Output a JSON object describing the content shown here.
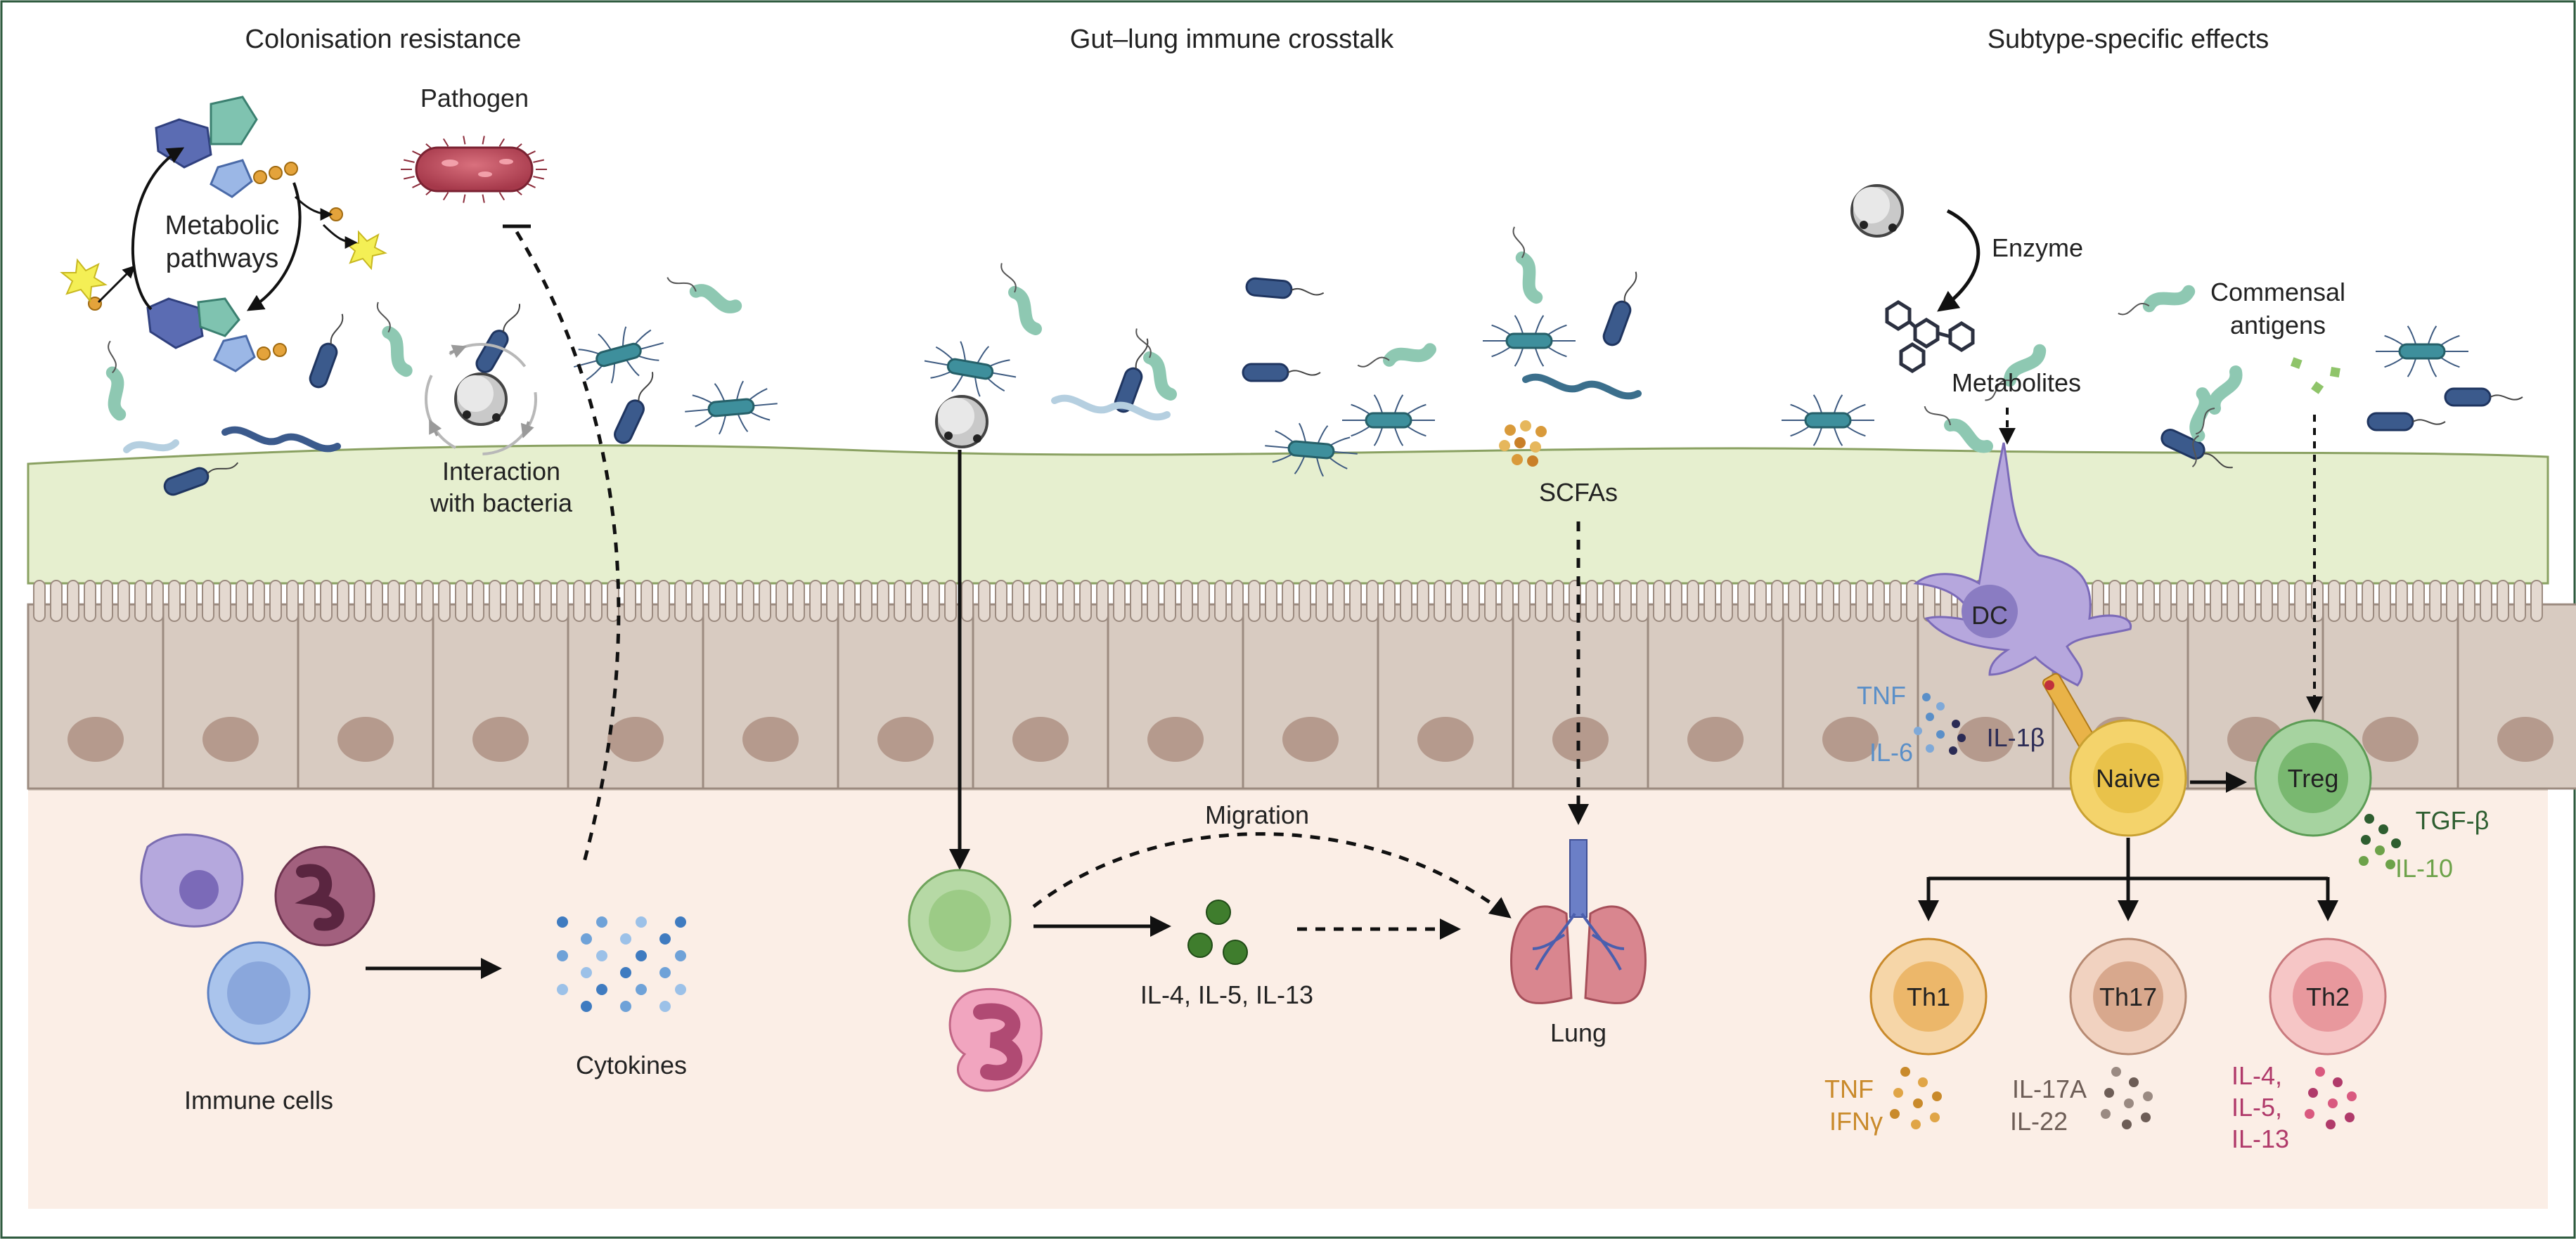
{
  "sections": {
    "colonisation_title": "Colonisation resistance",
    "crosstalk_title": "Gut–lung immune crosstalk",
    "subtype_title": "Subtype-specific effects"
  },
  "labels": {
    "pathogen": "Pathogen",
    "metabolic_line1": "Metabolic",
    "metabolic_line2": "pathways",
    "interaction_line1": "Interaction",
    "interaction_line2": "with bacteria",
    "immune_cells": "Immune cells",
    "cytokines": "Cytokines",
    "migration": "Migration",
    "il_group": "IL-4, IL-5, IL-13",
    "lung": "Lung",
    "scfas": "SCFAs",
    "enzyme": "Enzyme",
    "metabolites": "Metabolites",
    "commensal_line1": "Commensal",
    "commensal_line2": "antigens",
    "dc": "DC",
    "tnf": "TNF",
    "il6": "IL-6",
    "il1b": "IL-1β",
    "naive": "Naive",
    "treg": "Treg",
    "tgfb": "TGF-β",
    "il10": "IL-10",
    "th1": "Th1",
    "th17": "Th17",
    "th2": "Th2",
    "th1_c1": "TNF",
    "th1_c2": "IFNγ",
    "th17_c1": "IL-17A",
    "th17_c2": "IL-22",
    "th2_c1": "IL-4,",
    "th2_c2": "IL-5,",
    "th2_c3": "IL-13"
  },
  "colors": {
    "lumen": "#e6efcf",
    "epithelium": "#d8cbc1",
    "nucleus": "#b59a8d",
    "lamina": "#fbeee6",
    "text": "#222222",
    "tnf_blue": "#5a8fc8",
    "il1b_dark": "#2b2b55",
    "tgfb_dark": "#2e5e30",
    "il10_green": "#6da24a",
    "th1_orange": "#c98a2b",
    "th17_brown": "#6d5d56",
    "th2_pink": "#b03a6a"
  }
}
